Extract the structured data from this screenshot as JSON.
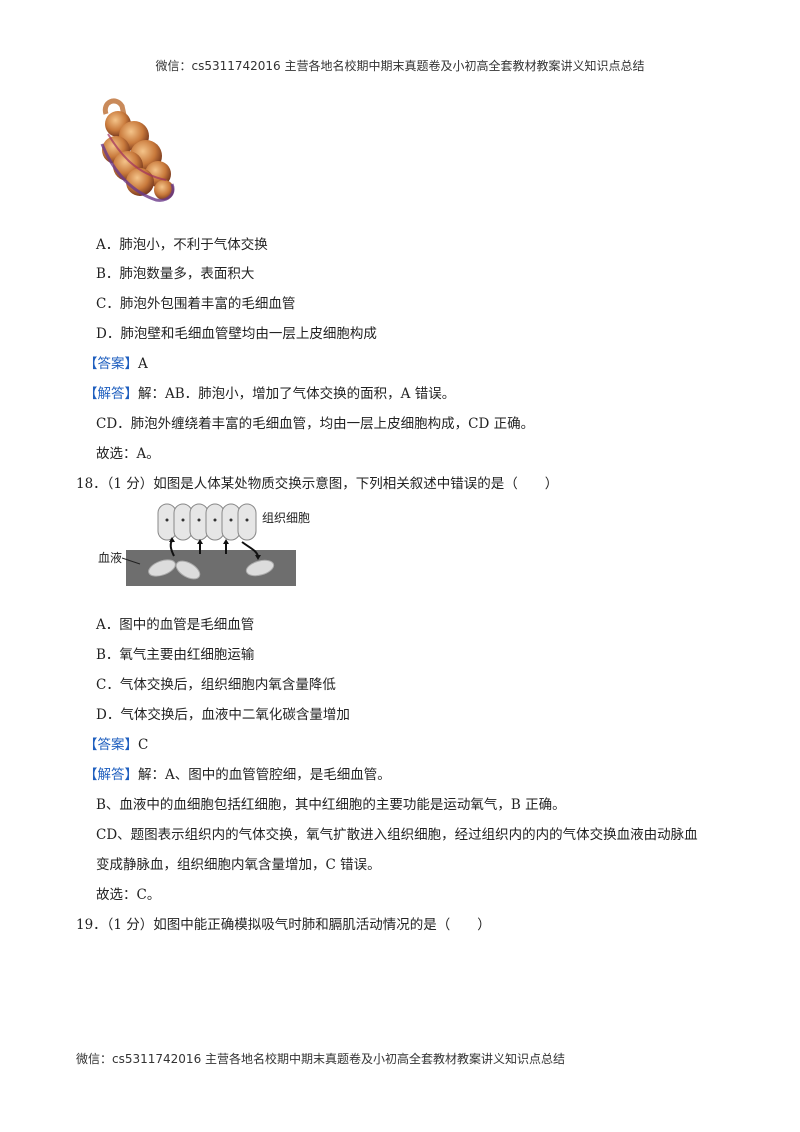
{
  "header": "微信：cs5311742016  主营各地名校期中期末真题卷及小初高全套教材教案讲义知识点总结",
  "footer": "微信：cs5311742016  主营各地名校期中期末真题卷及小初高全套教材教案讲义知识点总结",
  "q17": {
    "options": [
      "A．肺泡小，不利于气体交换",
      "B．肺泡数量多，表面积大",
      "C．肺泡外包围着丰富的毛细血管",
      "D．肺泡壁和毛细血管壁均由一层上皮细胞构成"
    ],
    "answer_tag": "【答案】",
    "answer": "A",
    "analysis_tag": "【解答】",
    "analysis": "解：AB．肺泡小，增加了气体交换的面积，A 错误。",
    "analysis2": "CD．肺泡外缠绕着丰富的毛细血管，均由一层上皮细胞构成，CD 正确。",
    "choice": "故选：A。"
  },
  "q18": {
    "stem": "18．（1 分）如图是人体某处物质交换示意图，下列相关叙述中错误的是（　　）",
    "figure_labels": {
      "tissue": "组织细胞",
      "blood": "血液"
    },
    "options": [
      "A．图中的血管是毛细血管",
      "B．氧气主要由红细胞运输",
      "C．气体交换后，组织细胞内氧含量降低",
      "D．气体交换后，血液中二氧化碳含量增加"
    ],
    "answer_tag": "【答案】",
    "answer": "C",
    "analysis_tag": "【解答】",
    "analysis": "解：A、图中的血管管腔细，是毛细血管。",
    "analysis2": "B、血液中的血细胞包括红细胞，其中红细胞的主要功能是运动氧气，B 正确。",
    "analysis3": "CD、题图表示组织内的气体交换，氧气扩散进入组织细胞，经过组织内的内的气体交换血液由动脉血",
    "analysis4": "变成静脉血，组织细胞内氧含量增加，C 错误。",
    "choice": "故选：C。"
  },
  "q19": {
    "stem": "19．（1 分）如图中能正确模拟吸气时肺和膈肌活动情况的是（　　）"
  }
}
